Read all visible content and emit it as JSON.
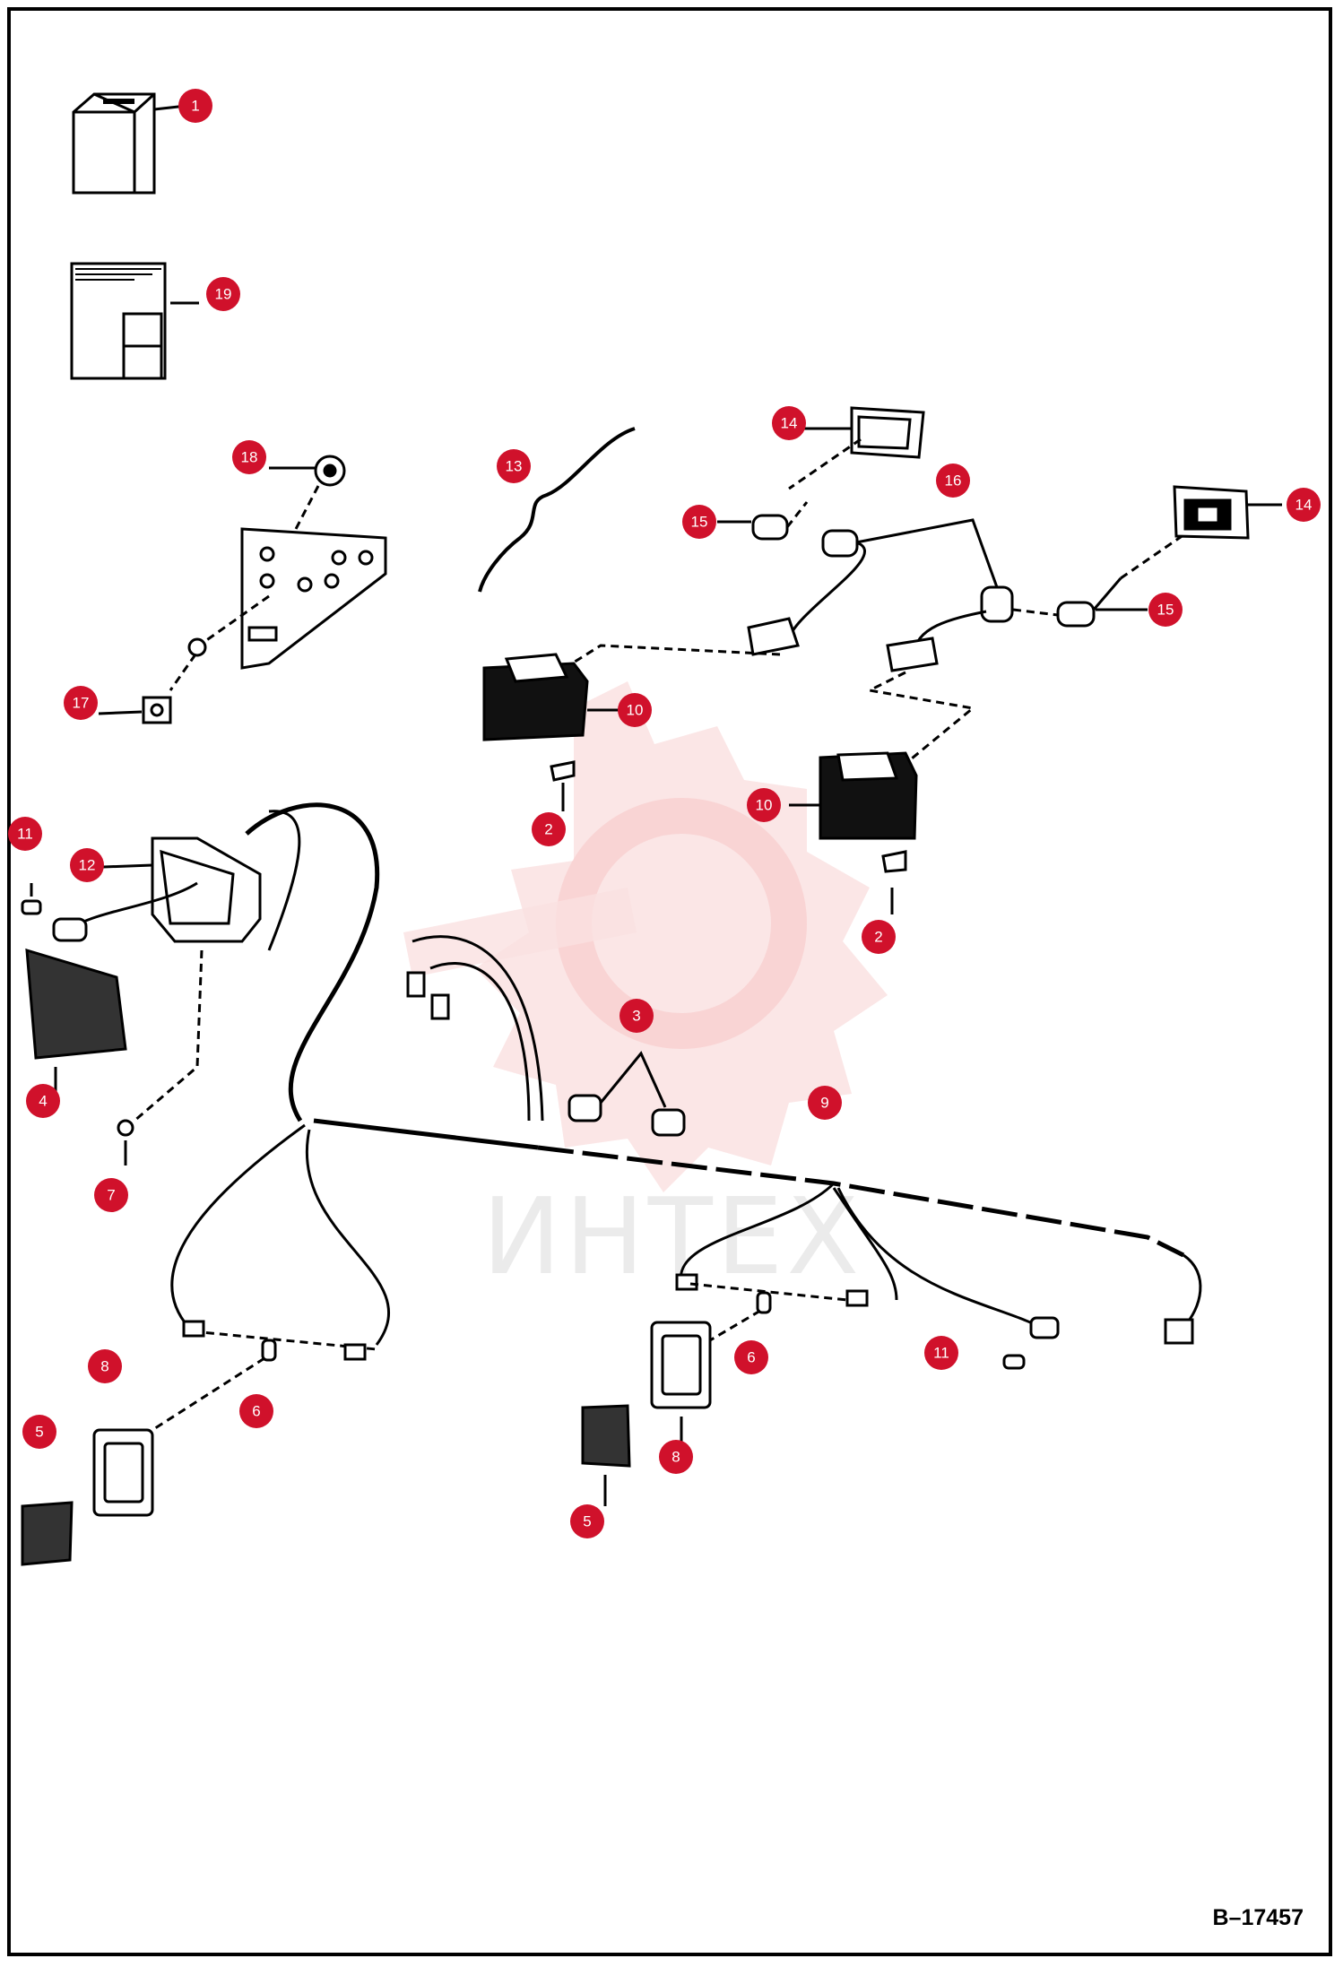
{
  "figure": {
    "reference_code": "B–17457",
    "watermark_text": "ИНТЕХ",
    "callout_color": "#d0112b",
    "callouts": [
      {
        "id": "c1",
        "label": "1"
      },
      {
        "id": "c19",
        "label": "19"
      },
      {
        "id": "c18",
        "label": "18"
      },
      {
        "id": "c13",
        "label": "13"
      },
      {
        "id": "c14a",
        "label": "14"
      },
      {
        "id": "c16",
        "label": "16"
      },
      {
        "id": "c15a",
        "label": "15"
      },
      {
        "id": "c14b",
        "label": "14"
      },
      {
        "id": "c15b",
        "label": "15"
      },
      {
        "id": "c17",
        "label": "17"
      },
      {
        "id": "c10a",
        "label": "10"
      },
      {
        "id": "c2a",
        "label": "2"
      },
      {
        "id": "c10b",
        "label": "10"
      },
      {
        "id": "c2b",
        "label": "2"
      },
      {
        "id": "c11a",
        "label": "11"
      },
      {
        "id": "c12",
        "label": "12"
      },
      {
        "id": "c4",
        "label": "4"
      },
      {
        "id": "c7",
        "label": "7"
      },
      {
        "id": "c3",
        "label": "3"
      },
      {
        "id": "c9",
        "label": "9"
      },
      {
        "id": "c8a",
        "label": "8"
      },
      {
        "id": "c5a",
        "label": "5"
      },
      {
        "id": "c6a",
        "label": "6"
      },
      {
        "id": "c6b",
        "label": "6"
      },
      {
        "id": "c8b",
        "label": "8"
      },
      {
        "id": "c5b",
        "label": "5"
      },
      {
        "id": "c11b",
        "label": "11"
      }
    ]
  }
}
